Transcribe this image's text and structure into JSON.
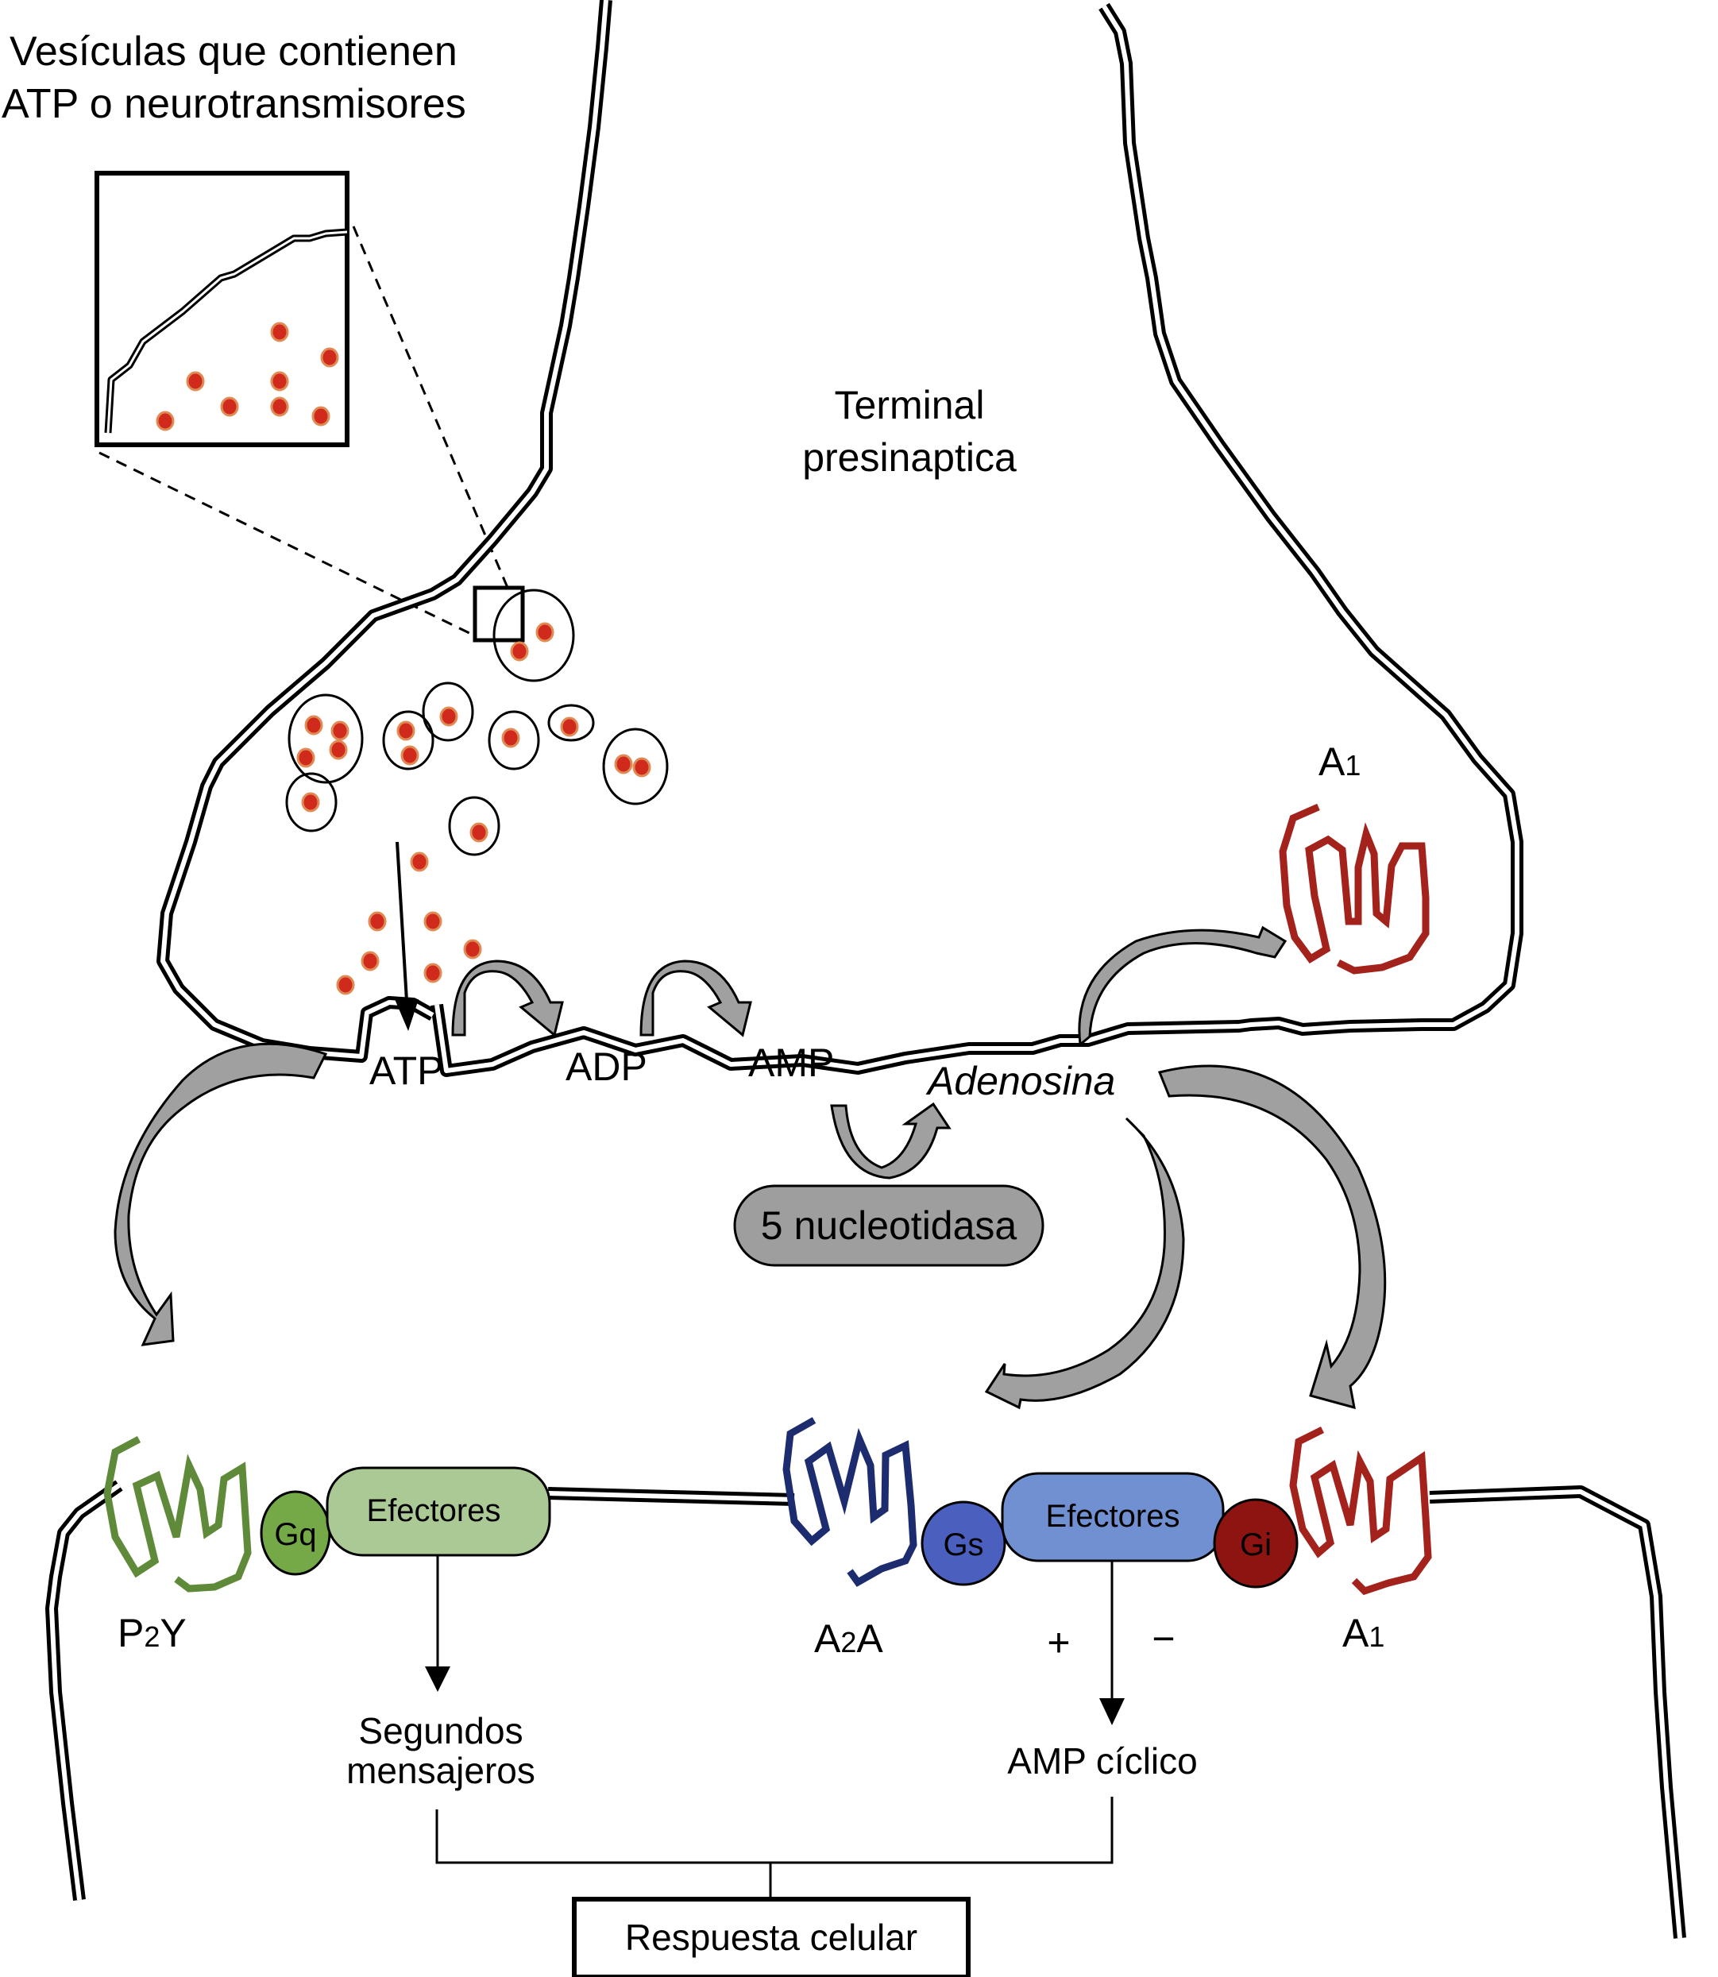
{
  "figure": {
    "vesicle_caption": [
      "Vesículas que contienen",
      "ATP o neurotransmisores"
    ],
    "terminal_label": [
      "Terminal",
      "presinaptica"
    ],
    "presynaptic_receptor": {
      "name": "A",
      "subscript": "1"
    },
    "metabolites": {
      "atp": "ATP",
      "adp": "ADP",
      "amp": "AMP",
      "adenosine": "Adenosina"
    },
    "enzyme": "5 nucleotidasa",
    "postsynaptic": {
      "p2y": {
        "name_pre": "P",
        "subscript": "2",
        "name_post": "Y",
        "g_protein": "Gq",
        "effector": "Efectores"
      },
      "a2a": {
        "name_pre": "A",
        "subscript": "2",
        "name_post": "A",
        "g_protein": "Gs"
      },
      "a1": {
        "name": "A",
        "subscript": "1",
        "g_protein": "Gi"
      },
      "shared_effector": "Efectores",
      "plus_sign": "+",
      "minus_sign": "−"
    },
    "outputs": {
      "second_messengers": [
        "Segundos",
        "mensajeros"
      ],
      "camp": "AMP cíclico",
      "cell_response": "Respuesta celular"
    },
    "colors": {
      "vesicle_dot": "#cf2a1c",
      "arrow_gray": "#a0a0a0",
      "enzyme_gray": "#9e9e9e",
      "p2y_receptor": "#5f8a3a",
      "gq": "#75a846",
      "effector_green": "#abc995",
      "a2a_receptor": "#1c2c6e",
      "gs": "#4b5fbe",
      "effector_blue": "#7190d1",
      "a1_receptor": "#a3221c",
      "gi": "#8e1412"
    }
  }
}
